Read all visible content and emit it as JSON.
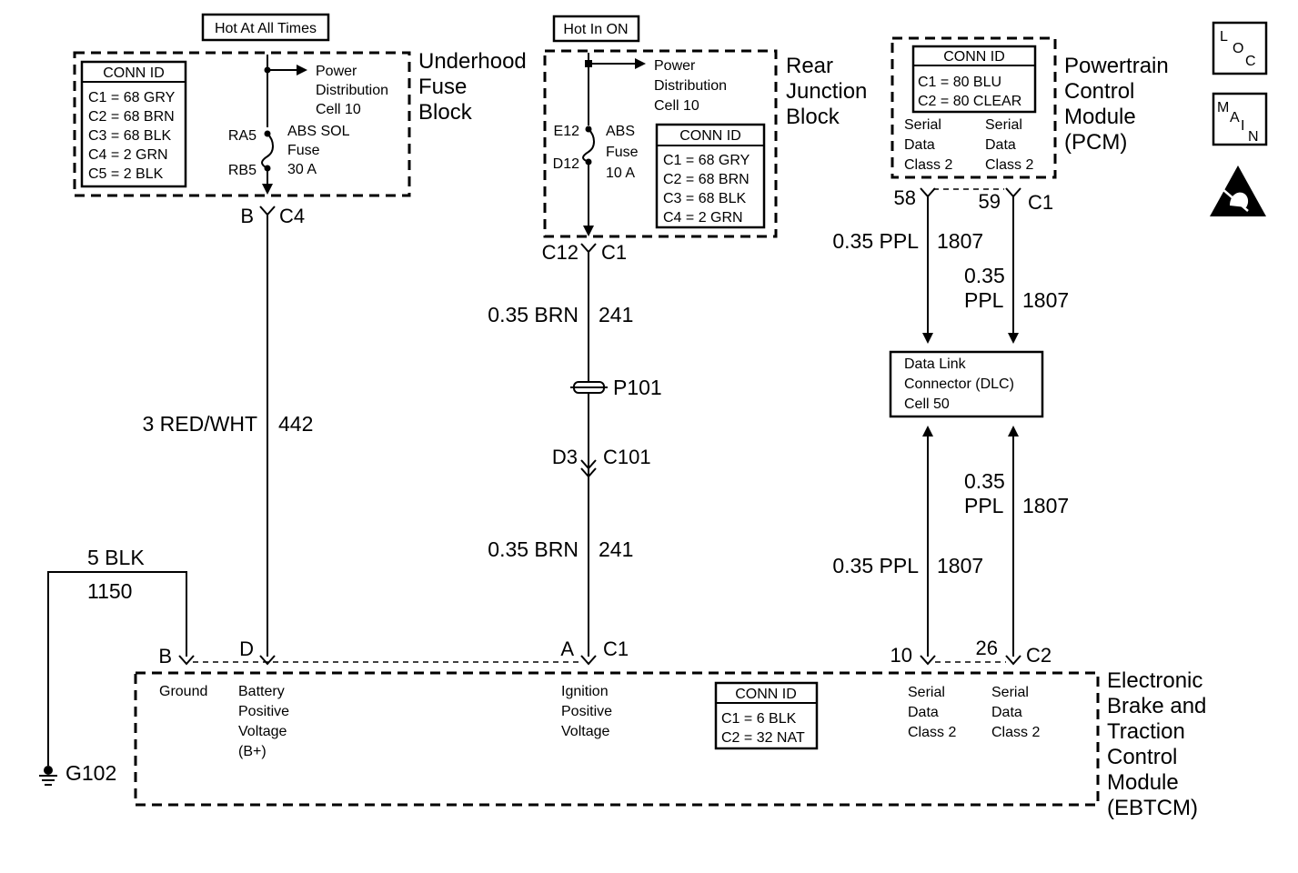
{
  "supply": {
    "hot_always": "Hot At All Times",
    "hot_on": "Hot In ON"
  },
  "underhood": {
    "title": [
      "Underhood",
      "Fuse",
      "Block"
    ],
    "conn_id": "CONN ID",
    "conns": [
      "C1 = 68 GRY",
      "C2 = 68 BRN",
      "C3 = 68 BLK",
      "C4 = 2 GRN",
      "C5 = 2 BLK"
    ],
    "power_dist": [
      "Power",
      "Distribution",
      "Cell 10"
    ],
    "pin_top": "RA5",
    "pin_bot": "RB5",
    "fuse": [
      "ABS SOL",
      "Fuse",
      "30 A"
    ],
    "conn_pin": "B",
    "conn_name": "C4"
  },
  "rear_jb": {
    "title": [
      "Rear",
      "Junction",
      "Block"
    ],
    "conn_id": "CONN ID",
    "conns": [
      "C1 = 68 GRY",
      "C2 = 68 BRN",
      "C3 = 68 BLK",
      "C4 = 2 GRN"
    ],
    "power_dist": [
      "Power",
      "Distribution",
      "Cell 10"
    ],
    "pin_top": "E12",
    "pin_bot": "D12",
    "fuse": [
      "ABS",
      "Fuse",
      "10 A"
    ],
    "conn_pin": "C12",
    "conn_name": "C1"
  },
  "pcm": {
    "title": [
      "Powertrain",
      "Control",
      "Module",
      "(PCM)"
    ],
    "conn_id": "CONN ID",
    "conns": [
      "C1 = 80 BLU",
      "C2 = 80 CLEAR"
    ],
    "serial1": [
      "Serial",
      "Data",
      "Class 2"
    ],
    "serial2": [
      "Serial",
      "Data",
      "Class 2"
    ],
    "pin1": "58",
    "pin2": "59",
    "conn_name": "C1"
  },
  "wires": {
    "w442_color": "3 RED/WHT",
    "w442_circuit": "442",
    "w241a_color": "0.35 BRN",
    "w241a_circuit": "241",
    "w241b_color": "0.35 BRN",
    "w241b_circuit": "241",
    "w1150_color": "5 BLK",
    "w1150_circuit": "1150",
    "w1807a_color": "0.35 PPL",
    "w1807a_circuit": "1807",
    "w1807b_color": [
      "0.35",
      "PPL"
    ],
    "w1807b_circuit": "1807",
    "w1807c_color": [
      "0.35",
      "PPL"
    ],
    "w1807c_circuit": "1807",
    "w1807d_color": "0.35 PPL",
    "w1807d_circuit": "1807"
  },
  "splice": "P101",
  "inline_conn": {
    "pin": "D3",
    "name": "C101"
  },
  "dlc": [
    "Data Link",
    "Connector (DLC)",
    "Cell 50"
  ],
  "ground": "G102",
  "ebtcm": {
    "title": [
      "Electronic",
      "Brake and",
      "Traction",
      "Control",
      "Module",
      "(EBTCM)"
    ],
    "conn_id": "CONN ID",
    "conns": [
      "C1 = 6 BLK",
      "C2 = 32 NAT"
    ],
    "pins": {
      "b": "B",
      "d": "D",
      "a": "A",
      "c1": "C1",
      "p10": "10",
      "p26": "26",
      "c2": "C2"
    },
    "labels": {
      "ground": "Ground",
      "battery": [
        "Battery",
        "Positive",
        "Voltage",
        "(B+)"
      ],
      "ignition": [
        "Ignition",
        "Positive",
        "Voltage"
      ],
      "serial1": [
        "Serial",
        "Data",
        "Class 2"
      ],
      "serial2": [
        "Serial",
        "Data",
        "Class 2"
      ]
    }
  },
  "icons": {
    "loc": "LOC",
    "main": "MAIN",
    "esd": "esd-warning-icon"
  }
}
